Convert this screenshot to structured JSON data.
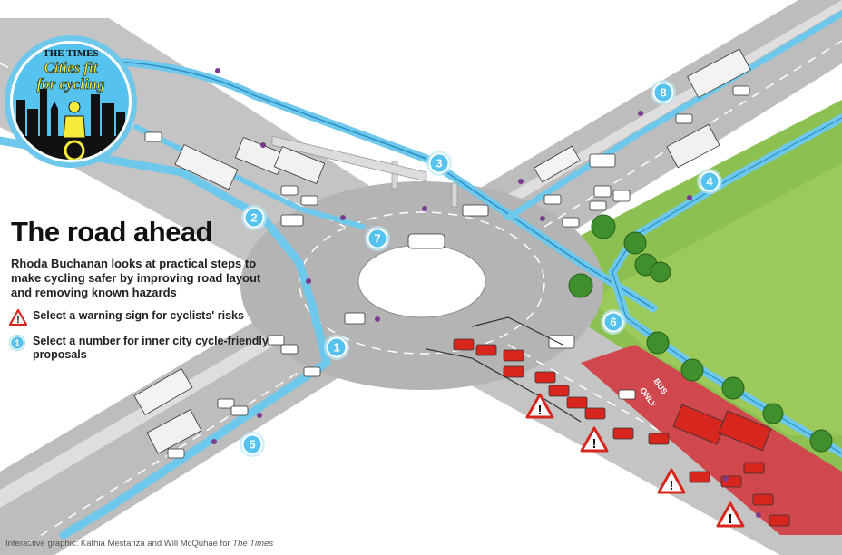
{
  "logo": {
    "masthead": "THE TIMES",
    "title_line1": "Cities fit",
    "title_line2": "for cycling"
  },
  "headline": "The road ahead",
  "standfirst": "Rhoda Buchanan looks at practical steps to make cycling safer by improving road layout and removing known hazards",
  "legend": [
    {
      "icon": "warning-triangle-icon",
      "text": "Select a warning sign for cyclists' risks"
    },
    {
      "icon": "number-circle-icon",
      "text": "Select a number for inner city cycle-friendly proposals"
    }
  ],
  "legend_number_glyph": "1",
  "proposals": [
    "1",
    "2",
    "3",
    "4",
    "5",
    "6",
    "7",
    "8"
  ],
  "warning_glyph": "!",
  "road_markings": {
    "lane_text": "ONLY",
    "lane_text2": "BUS"
  },
  "credit": {
    "prefix": "Interactive graphic: Kathia Mestanza and Will McQuhae for ",
    "publication": "The Times"
  },
  "colors": {
    "cycle_lane": "#6ec8ec",
    "cycle_lane_dark": "#2a8fc4",
    "road": "#b9b9b9",
    "bus_lane": "#d0474e",
    "grass": "#7cb342",
    "tree": "#3f8f2c",
    "badge_fill": "#55c3ee",
    "logo_yellow": "#f6ec3a",
    "warning_red": "#d7261e"
  }
}
